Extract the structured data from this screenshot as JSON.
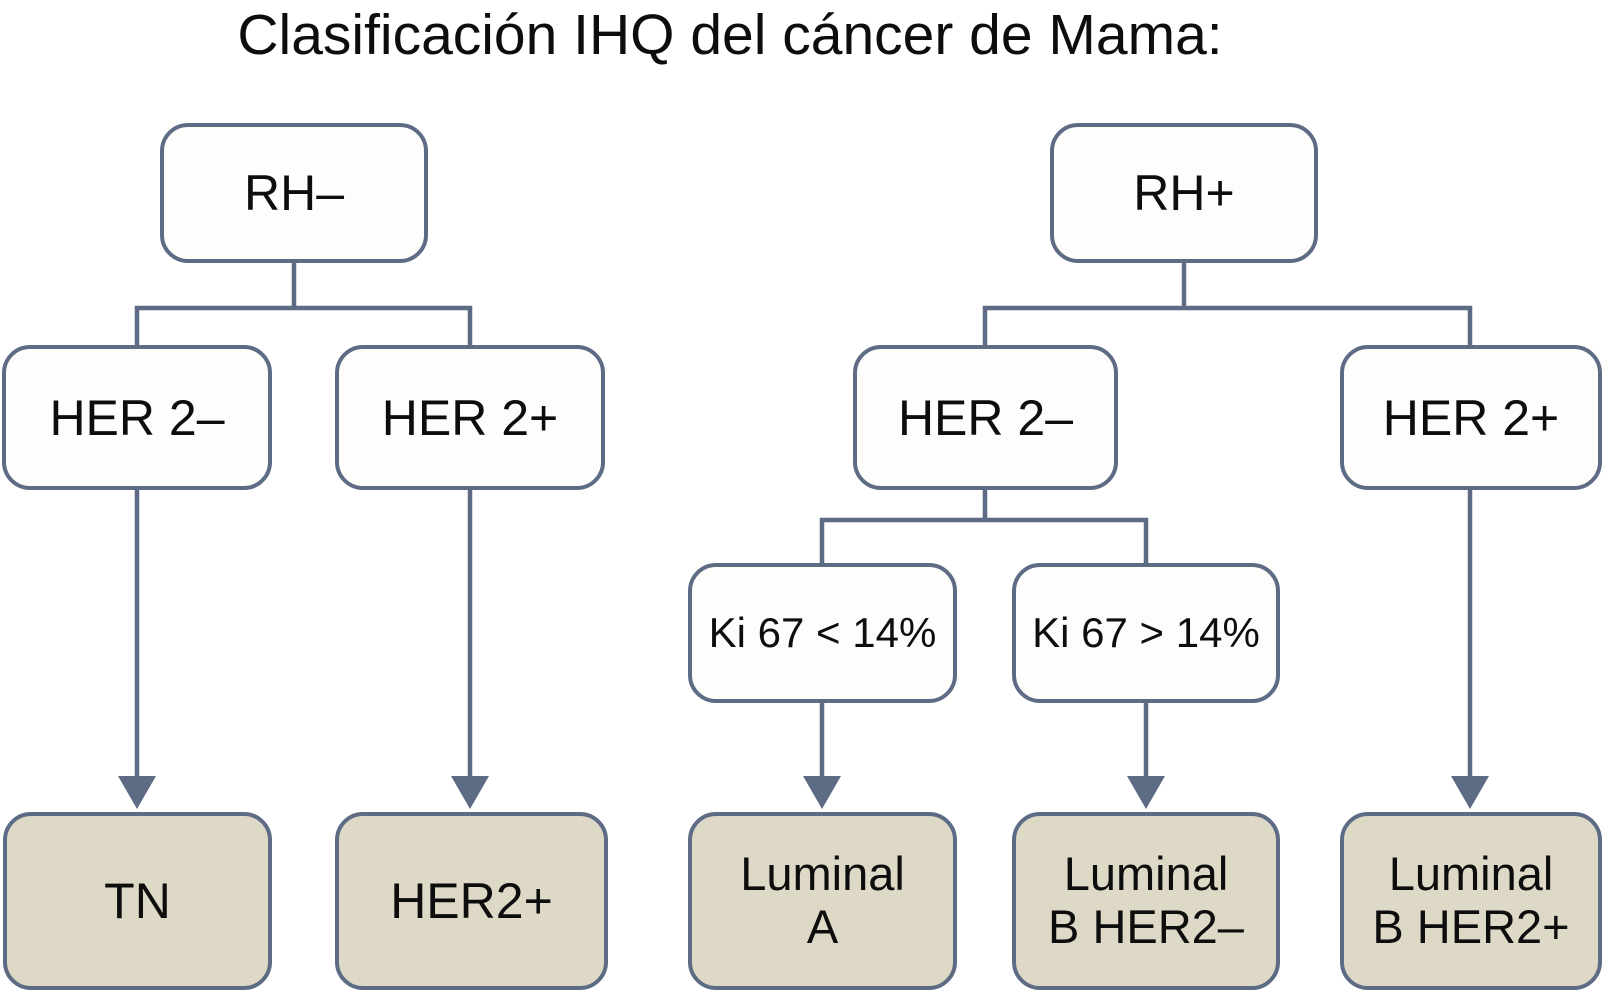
{
  "title": "Clasificación IHQ del cáncer de Mama:",
  "colors": {
    "line": "#5d6c84",
    "node_border": "#5d6c84",
    "node_fill": "#fdfdfc",
    "leaf_fill": "#ddd9c6",
    "text": "#0d0d0d",
    "background": "#ffffff"
  },
  "nodes": {
    "rh_neg": {
      "label": "RH–"
    },
    "rh_pos": {
      "label": "RH+"
    },
    "her2_neg_left": {
      "label": "HER 2–"
    },
    "her2_pos_left": {
      "label": "HER 2+"
    },
    "her2_neg_right": {
      "label": "HER 2–"
    },
    "her2_pos_right": {
      "label": "HER 2+"
    },
    "ki67_low": {
      "label": "Ki 67 < 14%"
    },
    "ki67_high": {
      "label": "Ki 67 > 14%"
    },
    "tn": {
      "label": "TN"
    },
    "her2_pos_leaf": {
      "label": "HER2+"
    },
    "luminal_a": {
      "line1": "Luminal",
      "line2": "A"
    },
    "luminal_b_her2_neg": {
      "line1": "Luminal",
      "line2": "B HER2–"
    },
    "luminal_b_her2_pos": {
      "line1": "Luminal",
      "line2": "B HER2+"
    }
  },
  "edges": {
    "rh_neg_split": "RH– to HER 2– / HER 2+",
    "rh_pos_split": "RH+ to HER 2– / HER 2+",
    "her2_neg_split": "HER 2– to Ki 67 < 14% / Ki 67 > 14%"
  }
}
